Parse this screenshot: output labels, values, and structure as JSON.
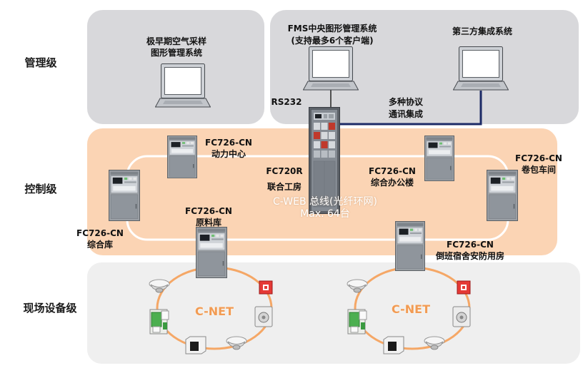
{
  "colors": {
    "mgmt_zone": "#d8d8db",
    "control_zone": "#fbd4b4",
    "field_zone": "#efefef",
    "bus_ring": "#ffffff",
    "cnet_ring": "#f5a766",
    "cnet_text": "#f29b53",
    "protocol_line": "#1c2a66"
  },
  "levels": {
    "management": "管理级",
    "control": "控制级",
    "field": "现场设备级"
  },
  "management": {
    "vesda": {
      "line1": "极早期空气采样",
      "line2": "图形管理系统"
    },
    "fms": {
      "line1": "FMS中央图形管理系统",
      "line2": "(支持最多6个客户端)"
    },
    "third_party": "第三方集成系统",
    "rs232_label": "RS232",
    "protocol": {
      "line1": "多种协议",
      "line2": "通讯集成"
    }
  },
  "control": {
    "main_panel": {
      "model": "FC720R",
      "name": "联合工房"
    },
    "bus": {
      "line1": "C-WEB 总线(光纤环网)",
      "line2": "Max. 64台"
    },
    "panels": [
      {
        "model": "FC726-CN",
        "name": "动力中心"
      },
      {
        "model": "FC726-CN",
        "name": "综合库"
      },
      {
        "model": "FC726-CN",
        "name": "原料库"
      },
      {
        "model": "FC726-CN",
        "name": "综合办公楼"
      },
      {
        "model": "FC726-CN",
        "name": "卷包车间"
      },
      {
        "model": "FC726-CN",
        "name": "倒班宿舍安防用房"
      }
    ]
  },
  "field": {
    "loops": [
      {
        "label": "C-NET",
        "devices": [
          "smoke-detector-icon",
          "io-module-icon",
          "interface-unit-icon",
          "smoke-detector-icon",
          "sounder-icon",
          "manual-call-point-icon"
        ]
      },
      {
        "label": "C-NET",
        "devices": [
          "smoke-detector-icon",
          "io-module-icon",
          "interface-unit-icon",
          "smoke-detector-icon",
          "sounder-icon",
          "manual-call-point-icon"
        ]
      }
    ]
  }
}
